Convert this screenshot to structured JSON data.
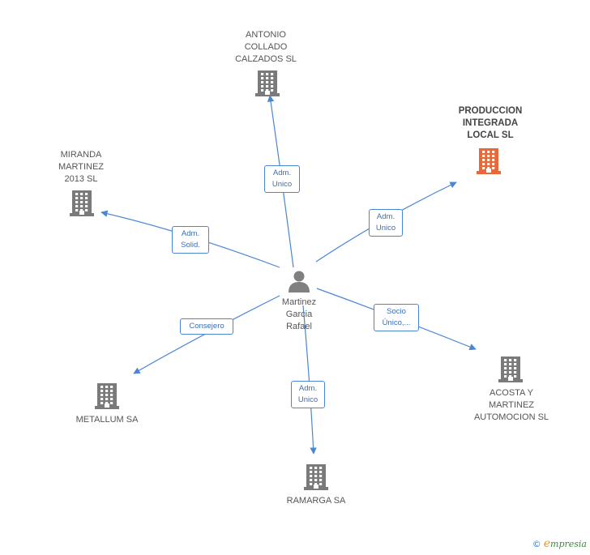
{
  "colors": {
    "edge": "#4a86d4",
    "building": "#7a7a7a",
    "building_highlight": "#e8683a",
    "person": "#808080"
  },
  "center": {
    "name": "Martinez\nGarcia\nRafael",
    "icon": "person-icon"
  },
  "companies": [
    {
      "id": "antonio",
      "name": "ANTONIO\nCOLLADO\nCALZADOS SL",
      "icon": "building-icon",
      "highlight": false
    },
    {
      "id": "produccion",
      "name": "PRODUCCION\nINTEGRADA\nLOCAL SL",
      "icon": "building-icon",
      "highlight": true
    },
    {
      "id": "miranda",
      "name": "MIRANDA\nMARTINEZ\n2013  SL",
      "icon": "building-icon",
      "highlight": false
    },
    {
      "id": "acosta",
      "name": "ACOSTA Y\nMARTINEZ\nAUTOMOCION SL",
      "icon": "building-icon",
      "highlight": false
    },
    {
      "id": "metallum",
      "name": "METALLUM SA",
      "icon": "building-icon",
      "highlight": false
    },
    {
      "id": "ramarga",
      "name": "RAMARGA SA",
      "icon": "building-icon",
      "highlight": false
    }
  ],
  "relations": [
    {
      "to": "antonio",
      "label": "Adm.\nUnico"
    },
    {
      "to": "produccion",
      "label": "Adm.\nUnico"
    },
    {
      "to": "miranda",
      "label": "Adm.\nSolid."
    },
    {
      "to": "acosta",
      "label": "Socio\nÚnico,..."
    },
    {
      "to": "metallum",
      "label": "Consejero"
    },
    {
      "to": "ramarga",
      "label": "Adm.\nUnico"
    }
  ],
  "footer": {
    "copyright": "©",
    "brand_initial": "e",
    "brand_rest": "mpresia"
  }
}
